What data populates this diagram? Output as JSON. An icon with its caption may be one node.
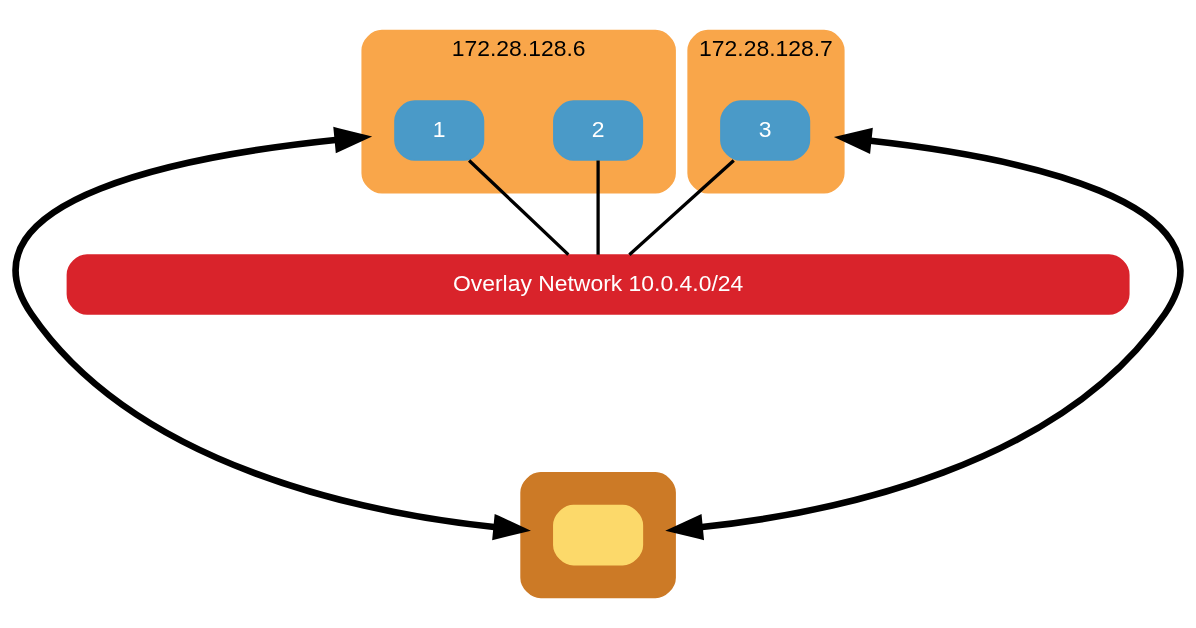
{
  "diagram": {
    "nodes": [
      {
        "text": [
          "172.28.128.6"
        ]
      },
      {
        "text": [
          "1"
        ],
        "in": 0
      },
      {
        "text": [
          "2"
        ],
        "in": 0
      },
      {
        "text": [
          "172.28.128.7"
        ]
      },
      {
        "text": [
          "3"
        ],
        "in": 3
      },
      {
        "text": [
          "Overlay Network 10.0.4.0/24"
        ]
      },
      {
        "text": [],
        "shape": "box"
      },
      {
        "text": [],
        "shape": "box",
        "in": 6
      }
    ],
    "edges": [
      {
        "from": 1,
        "to": 5,
        "arrow": "none"
      },
      {
        "from": 2,
        "to": 5,
        "arrow": "none"
      },
      {
        "from": 4,
        "to": 5,
        "arrow": "none"
      },
      {
        "from": 0,
        "to": 6,
        "arrow": "both",
        "style": "thick"
      },
      {
        "from": 3,
        "to": 6,
        "arrow": "both",
        "style": "thick"
      }
    ]
  }
}
